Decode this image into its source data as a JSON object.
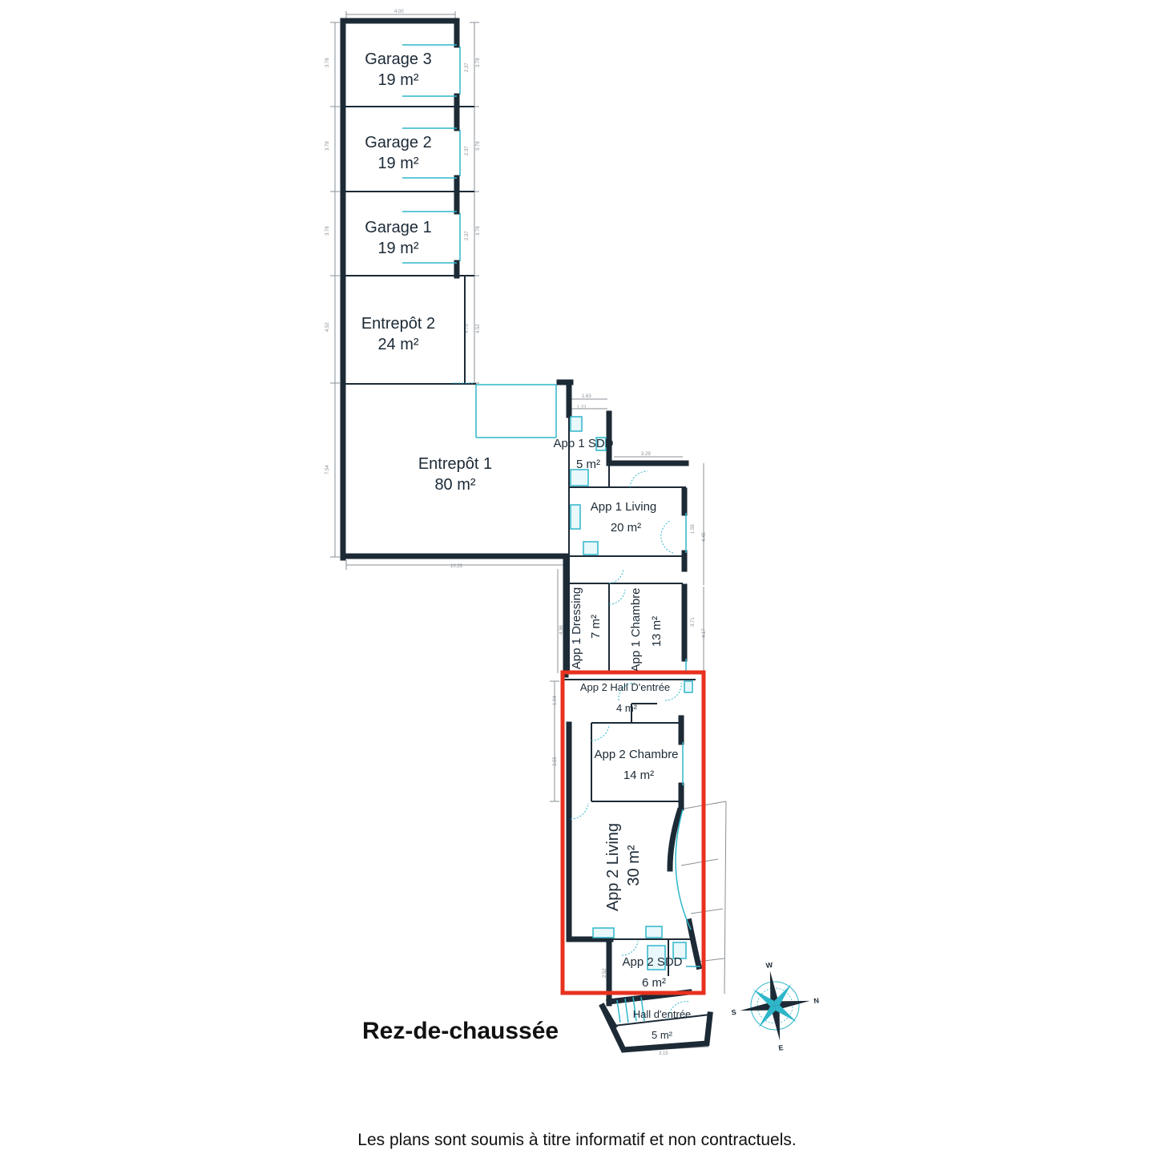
{
  "floor_title": "Rez-de-chaussée",
  "disclaimer": "Les plans sont soumis à titre informatif et non contractuels.",
  "highlight_color": "#e8311f",
  "wall_color": "#1c2a36",
  "accent_color": "#2fb6c9",
  "rooms": {
    "garage3": {
      "name": "Garage 3",
      "area": "19 m²"
    },
    "garage2": {
      "name": "Garage 2",
      "area": "19 m²"
    },
    "garage1": {
      "name": "Garage 1",
      "area": "19 m²"
    },
    "entrepot2": {
      "name": "Entrepôt 2",
      "area": "24 m²"
    },
    "entrepot1": {
      "name": "Entrepôt 1",
      "area": "80 m²"
    },
    "app1_sdd": {
      "name": "App 1 SDD",
      "area": "5 m²"
    },
    "app1_living": {
      "name": "App 1 Living",
      "area": "20 m²"
    },
    "app1_dressing": {
      "name": "App 1 Dressing",
      "area": "7 m²"
    },
    "app1_chambre": {
      "name": "App 1 Chambre",
      "area": "13 m²"
    },
    "app2_hall": {
      "name": "App 2 Hall D'entrée",
      "area": "4 m²"
    },
    "app2_chambre": {
      "name": "App 2 Chambre",
      "area": "14 m²"
    },
    "app2_living": {
      "name": "App 2 Living",
      "area": "30 m²"
    },
    "app2_sdd": {
      "name": "App 2 SDD",
      "area": "6 m²"
    },
    "hall_entree": {
      "name": "Hall d'entrée",
      "area": "5 m²"
    }
  },
  "dimensions": {
    "top": "4.00",
    "garage_h": "3.78",
    "garage_door": "2.37",
    "entrepot2_h": "4.52",
    "entrepot2_inner": "4.79",
    "entrepot1_h": "7.54",
    "bottom": "10.23",
    "sdd_top": "1.63",
    "sdd_inner": "1.21",
    "living_top": "3.29",
    "living_side": "4.45",
    "living_door": "1.59",
    "chambre_side": "4.17",
    "chambre_inner": "3.71",
    "dressing": "4.36",
    "hall_side": "1.94",
    "app2_chambre_side": "3.55",
    "app2_sdd_side": "2.52",
    "hall_bottom": "3.15"
  },
  "compass": {
    "north": "N",
    "south": "S",
    "east": "E",
    "west": "W"
  }
}
